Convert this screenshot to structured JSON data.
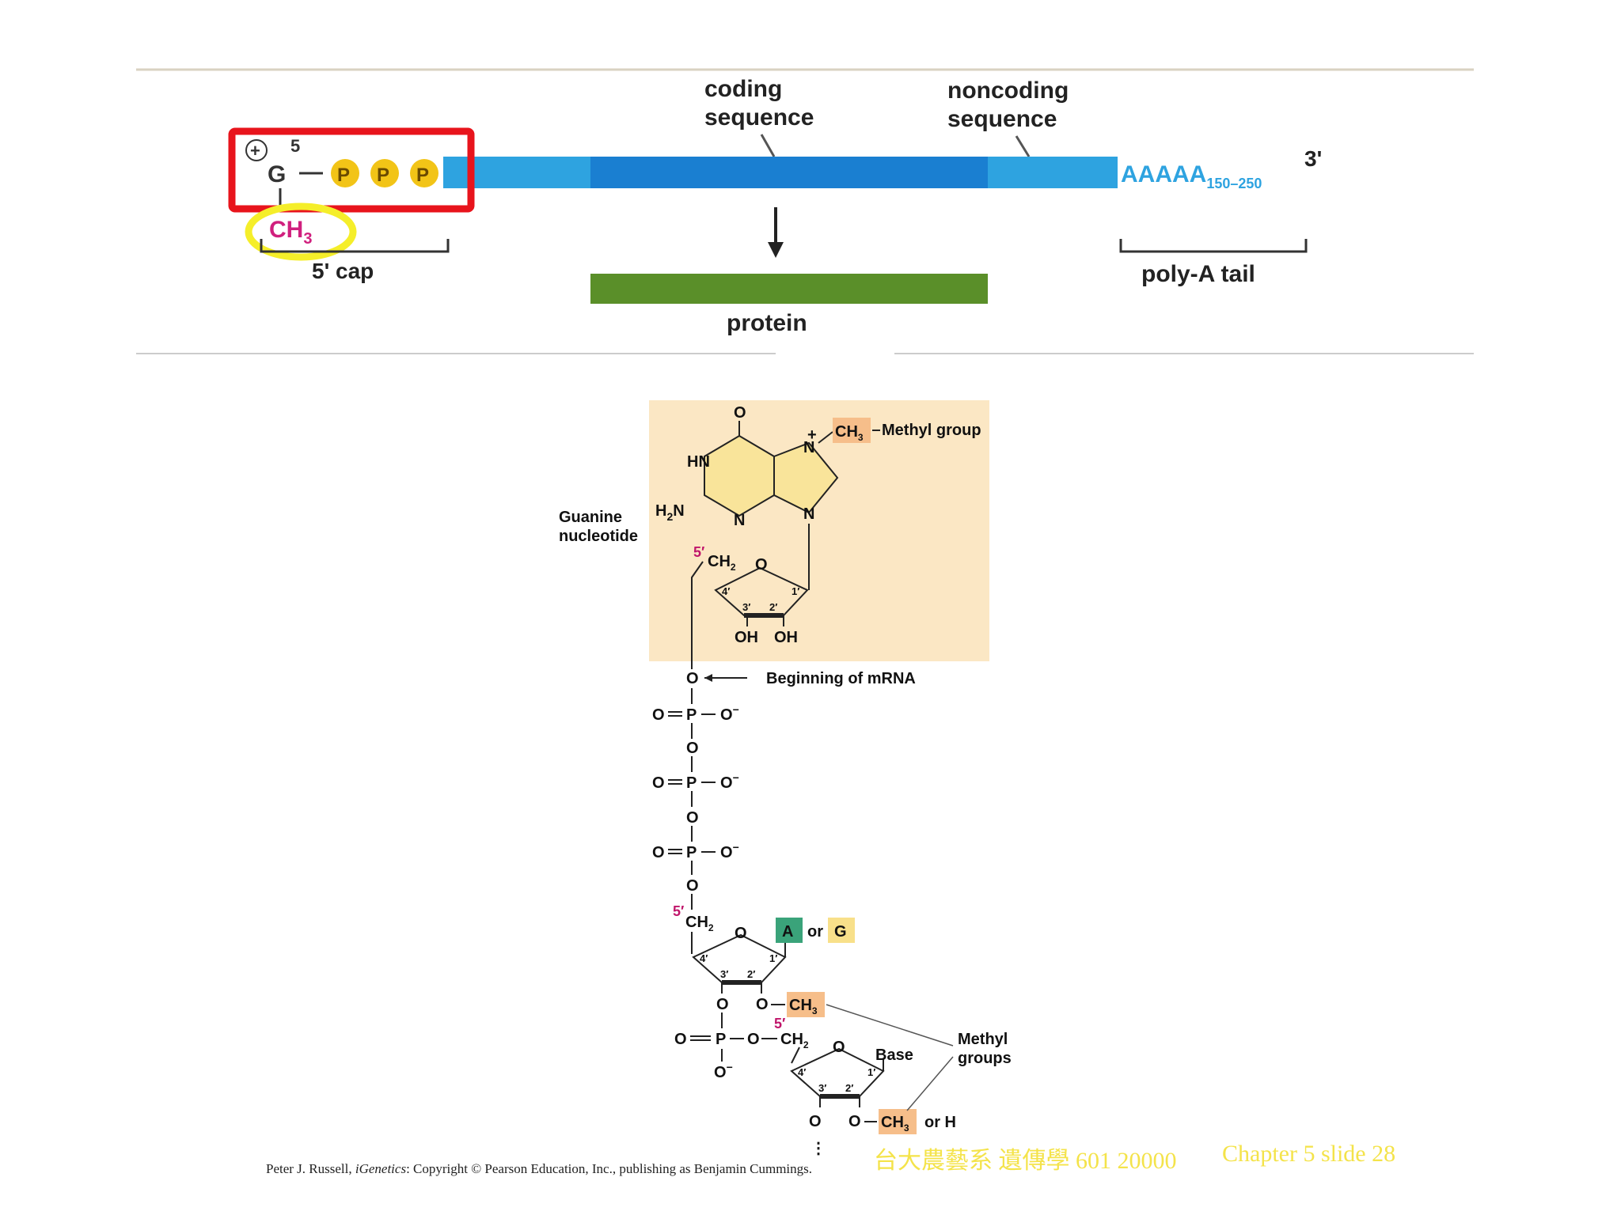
{
  "mrna": {
    "label_coding": [
      "coding",
      "sequence"
    ],
    "label_noncoding": [
      "noncoding",
      "sequence"
    ],
    "cap_5": "5",
    "cap_G": "G",
    "phosphates": [
      "P",
      "P",
      "P"
    ],
    "plus": "+",
    "ch3": "CH",
    "ch3_sub": "3",
    "cap_label": "5' cap",
    "polya": "AAAAA",
    "polya_sub": "150–250",
    "three_prime": "3'",
    "polya_label": "poly-A tail",
    "protein_label": "protein",
    "colors": {
      "utr": "#2ea3e0",
      "cds": "#1a7fd1",
      "protein": "#5a8f29",
      "cap_box": "#e8141c",
      "ch3_ring": "#f5ee2a",
      "phosphate": "#f2c417",
      "polya": "#2ea3e0"
    }
  },
  "structure": {
    "methyl_group_label": "Methyl group",
    "guanine_label": [
      "Guanine",
      "nucleotide"
    ],
    "beginning_label": "Beginning of mRNA",
    "methyl_groups_label": [
      "Methyl",
      "groups"
    ],
    "atoms": {
      "O": "O",
      "HN": "HN",
      "H2N": "H",
      "N": "N",
      "Nplus": "+",
      "CH2": "CH",
      "OH": "OH",
      "P": "P",
      "Ominus": "O",
      "minus": "−",
      "A": "A",
      "or": "or",
      "G": "G",
      "Base": "Base",
      "orH": "or H",
      "dots": "⋮"
    },
    "primes": {
      "p5": "5′",
      "p4": "4′",
      "p3": "3′",
      "p2": "2′",
      "p1": "1′"
    },
    "colors": {
      "panel": "#fbe7c4",
      "purine": "#f9e49a",
      "ch3_box": "#f6be8a",
      "a_box": "#3aa37a",
      "g_box": "#f8e08a"
    }
  },
  "credit": {
    "author": "Peter J. Russell, ",
    "book": "iGenetics",
    "rest": ": Copyright © Pearson Education, Inc., publishing as Benjamin Cummings."
  },
  "footer": {
    "left": "台大農藝系 遺傳學 601 20000",
    "right": "Chapter 5 slide 28"
  }
}
